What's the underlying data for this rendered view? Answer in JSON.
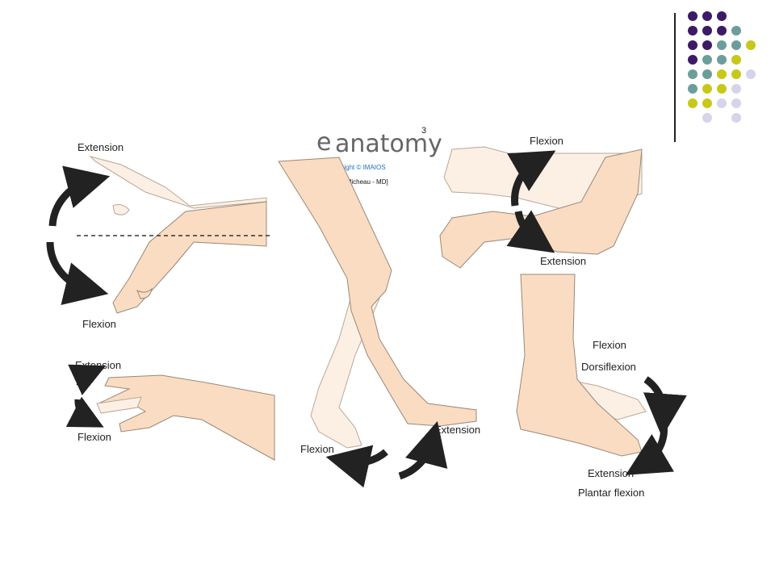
{
  "colors": {
    "skin": "#f9dcc2",
    "skin_light": "#fcefe3",
    "outline": "#9a8878",
    "arrow": "#222222",
    "purple": "#3d1a66",
    "teal": "#6b9e9a",
    "yellow": "#c8c81a",
    "lavender": "#d6d4ea"
  },
  "logo": {
    "mark": "e",
    "text": "anatomy",
    "superscript": "3",
    "copyright": "Copyright © IMAIOS",
    "illustrations": "[Illustrations : A. Micheau - MD]"
  },
  "wrist": {
    "extension": "Extension",
    "flexion": "Flexion"
  },
  "finger": {
    "extension": "Extension",
    "flexion": "Flexion"
  },
  "knee": {
    "flexion": "Flexion",
    "extension": "Extension"
  },
  "elbow": {
    "flexion": "Flexion",
    "extension": "Extension"
  },
  "ankle": {
    "flexion": "Flexion",
    "dorsiflexion": "Dorsiflexion",
    "extension": "Extension",
    "plantar_flexion": "Plantar flexion"
  },
  "decor_dots": [
    [
      "purple",
      "purple",
      "purple",
      null,
      null
    ],
    [
      "purple",
      "purple",
      "purple",
      "teal",
      null
    ],
    [
      "purple",
      "purple",
      "teal",
      "teal",
      "yellow"
    ],
    [
      "purple",
      "teal",
      "teal",
      "yellow",
      null
    ],
    [
      "teal",
      "teal",
      "yellow",
      "yellow",
      "lavender"
    ],
    [
      "teal",
      "yellow",
      "yellow",
      "lavender",
      null
    ],
    [
      "yellow",
      "yellow",
      "lavender",
      "lavender",
      null
    ],
    [
      null,
      "lavender",
      null,
      "lavender",
      null
    ]
  ]
}
